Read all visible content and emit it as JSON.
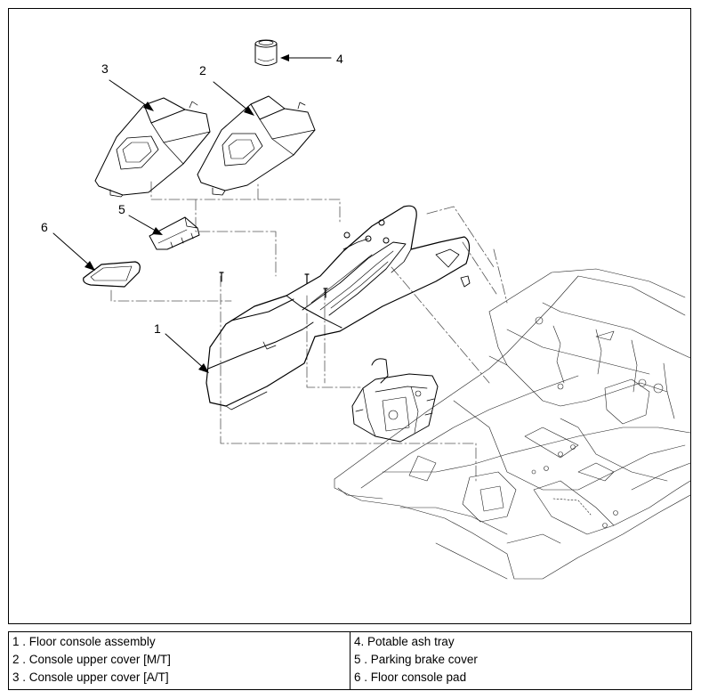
{
  "callouts": [
    "1",
    "2",
    "3",
    "4",
    "5",
    "6"
  ],
  "legend": {
    "left": [
      "1 . Floor console assembly",
      "2 . Console upper cover [M/T]",
      "3 . Console upper cover [A/T]"
    ],
    "right": [
      "4. Potable ash tray",
      "5 . Parking brake cover",
      "6 . Floor console pad"
    ]
  }
}
